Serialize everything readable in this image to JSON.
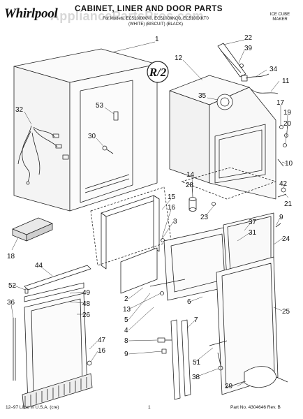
{
  "header": {
    "brand_logo": "Whirlpool",
    "title": "CABINET, LINER AND DOOR PARTS",
    "model_line_1": "For Models: EC5100XKN0, EC5100XKQ0, EC5100XKT0",
    "model_line_2": "(WHITE)  (BISCUIT)  (BLACK)",
    "product_type": "ICE CUBE\nMAKER",
    "watermark": "AppliancePartsPros.com"
  },
  "footer": {
    "print_code": "12–97 Litho in U.S.A. (cre)",
    "page_number": "1",
    "part_number": "Part No. 4304646 Rev. B"
  },
  "badge": {
    "text": "R/2"
  },
  "callouts": [
    {
      "label": "1"
    },
    {
      "label": "22"
    },
    {
      "label": "39"
    },
    {
      "label": "12"
    },
    {
      "label": "34"
    },
    {
      "label": "11"
    },
    {
      "label": "32"
    },
    {
      "label": "53"
    },
    {
      "label": "35"
    },
    {
      "label": "17"
    },
    {
      "label": "19"
    },
    {
      "label": "20"
    },
    {
      "label": "30"
    },
    {
      "label": "10"
    },
    {
      "label": "14"
    },
    {
      "label": "28"
    },
    {
      "label": "15"
    },
    {
      "label": "16"
    },
    {
      "label": "23"
    },
    {
      "label": "42"
    },
    {
      "label": "21"
    },
    {
      "label": "3"
    },
    {
      "label": "9"
    },
    {
      "label": "37"
    },
    {
      "label": "31"
    },
    {
      "label": "24"
    },
    {
      "label": "18"
    },
    {
      "label": "44"
    },
    {
      "label": "52"
    },
    {
      "label": "49"
    },
    {
      "label": "48"
    },
    {
      "label": "26"
    },
    {
      "label": "36"
    },
    {
      "label": "2"
    },
    {
      "label": "13"
    },
    {
      "label": "5"
    },
    {
      "label": "6"
    },
    {
      "label": "25"
    },
    {
      "label": "4"
    },
    {
      "label": "7"
    },
    {
      "label": "47"
    },
    {
      "label": "16"
    },
    {
      "label": "8"
    },
    {
      "label": "9"
    },
    {
      "label": "51"
    },
    {
      "label": "38"
    },
    {
      "label": "29"
    }
  ]
}
